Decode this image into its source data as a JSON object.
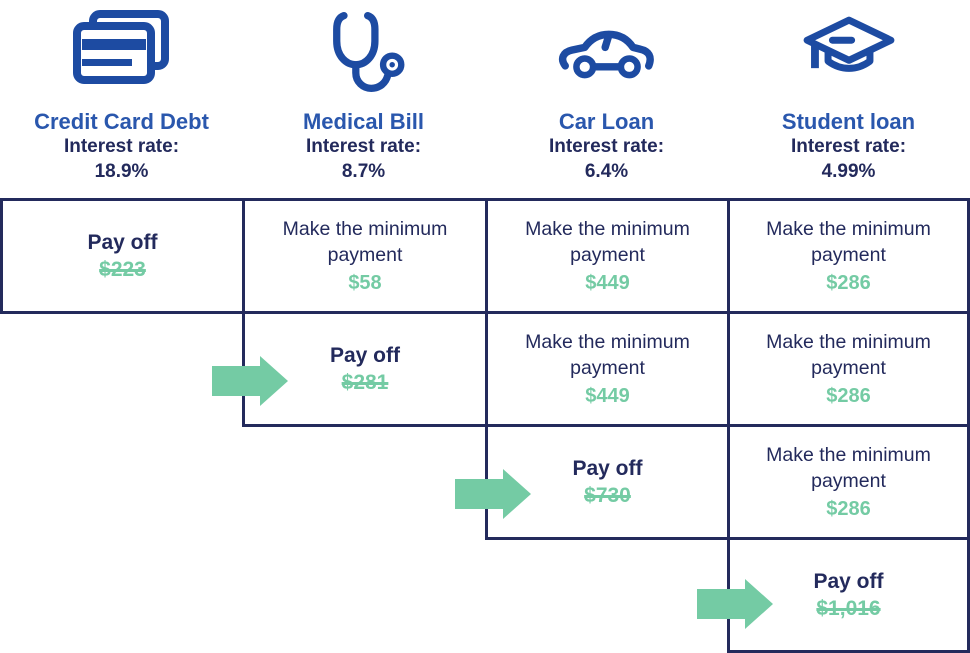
{
  "colors": {
    "icon_blue": "#1d4ba2",
    "title_blue": "#2a57ad",
    "navy_text_and_borders": "#232a5c",
    "green": "#74cba4",
    "background": "#ffffff"
  },
  "columns": [
    {
      "icon": "credit-card-icon",
      "title": "Credit Card Debt",
      "interest_label": "Interest rate:",
      "interest_rate": "18.9%"
    },
    {
      "icon": "stethoscope-icon",
      "title": "Medical Bill",
      "interest_label": "Interest rate:",
      "interest_rate": "8.7%"
    },
    {
      "icon": "car-icon",
      "title": "Car Loan",
      "interest_label": "Interest rate:",
      "interest_rate": "6.4%"
    },
    {
      "icon": "graduation-cap-icon",
      "title": "Student loan",
      "interest_label": "Interest rate:",
      "interest_rate": "4.99%"
    }
  ],
  "table": {
    "payoff_label": "Pay off",
    "minimum_label": "Make the minimum payment",
    "rows": [
      {
        "arrow": false,
        "cells": [
          {
            "col": "credit-card",
            "type": "payoff",
            "amount": "$223",
            "struck": true
          },
          {
            "col": "medical",
            "type": "minimum",
            "amount": "$58"
          },
          {
            "col": "car",
            "type": "minimum",
            "amount": "$449"
          },
          {
            "col": "student",
            "type": "minimum",
            "amount": "$286"
          }
        ]
      },
      {
        "arrow": true,
        "arrow_icon": "green-right-arrow-icon",
        "cells": [
          {
            "col": "medical",
            "type": "payoff",
            "amount": "$281",
            "struck": true
          },
          {
            "col": "car",
            "type": "minimum",
            "amount": "$449"
          },
          {
            "col": "student",
            "type": "minimum",
            "amount": "$286"
          }
        ]
      },
      {
        "arrow": true,
        "arrow_icon": "green-right-arrow-icon",
        "cells": [
          {
            "col": "car",
            "type": "payoff",
            "amount": "$730",
            "struck": true
          },
          {
            "col": "student",
            "type": "minimum",
            "amount": "$286"
          }
        ]
      },
      {
        "arrow": true,
        "arrow_icon": "green-right-arrow-icon",
        "cells": [
          {
            "col": "student",
            "type": "payoff",
            "amount": "$1,016",
            "struck": true
          }
        ]
      }
    ]
  }
}
